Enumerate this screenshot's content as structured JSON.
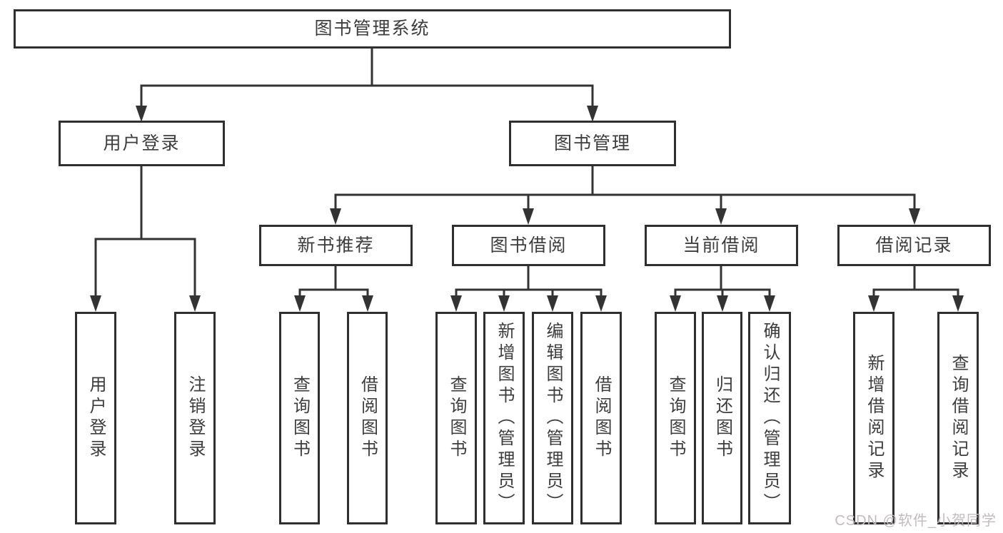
{
  "title": "图书管理系统",
  "tree": {
    "root": {
      "label": "图书管理系统",
      "children": [
        {
          "label": "用户登录",
          "children": [
            {
              "label": "用户登录"
            },
            {
              "label": "注销登录"
            }
          ]
        },
        {
          "label": "图书管理",
          "children": [
            {
              "label": "新书推荐",
              "children": [
                {
                  "label": "查询图书"
                },
                {
                  "label": "借阅图书"
                }
              ]
            },
            {
              "label": "图书借阅",
              "children": [
                {
                  "label": "查询图书"
                },
                {
                  "label": "新增图书（管理员）"
                },
                {
                  "label": "编辑图书（管理员）"
                },
                {
                  "label": "借阅图书"
                }
              ]
            },
            {
              "label": "当前借阅",
              "children": [
                {
                  "label": "查询图书"
                },
                {
                  "label": "归还图书"
                },
                {
                  "label": "确认归还（管理员）"
                }
              ]
            },
            {
              "label": "借阅记录",
              "children": [
                {
                  "label": "新增借阅记录"
                },
                {
                  "label": "查询借阅记录"
                }
              ]
            }
          ]
        }
      ]
    }
  },
  "watermark": {
    "text": "CSDN @软件_小贺同学"
  },
  "colors": {
    "line": "#333333",
    "box_border": "#2f2f2f",
    "text": "#3d3d3d",
    "background": "#ffffff",
    "watermark": "#c2bcbe"
  }
}
